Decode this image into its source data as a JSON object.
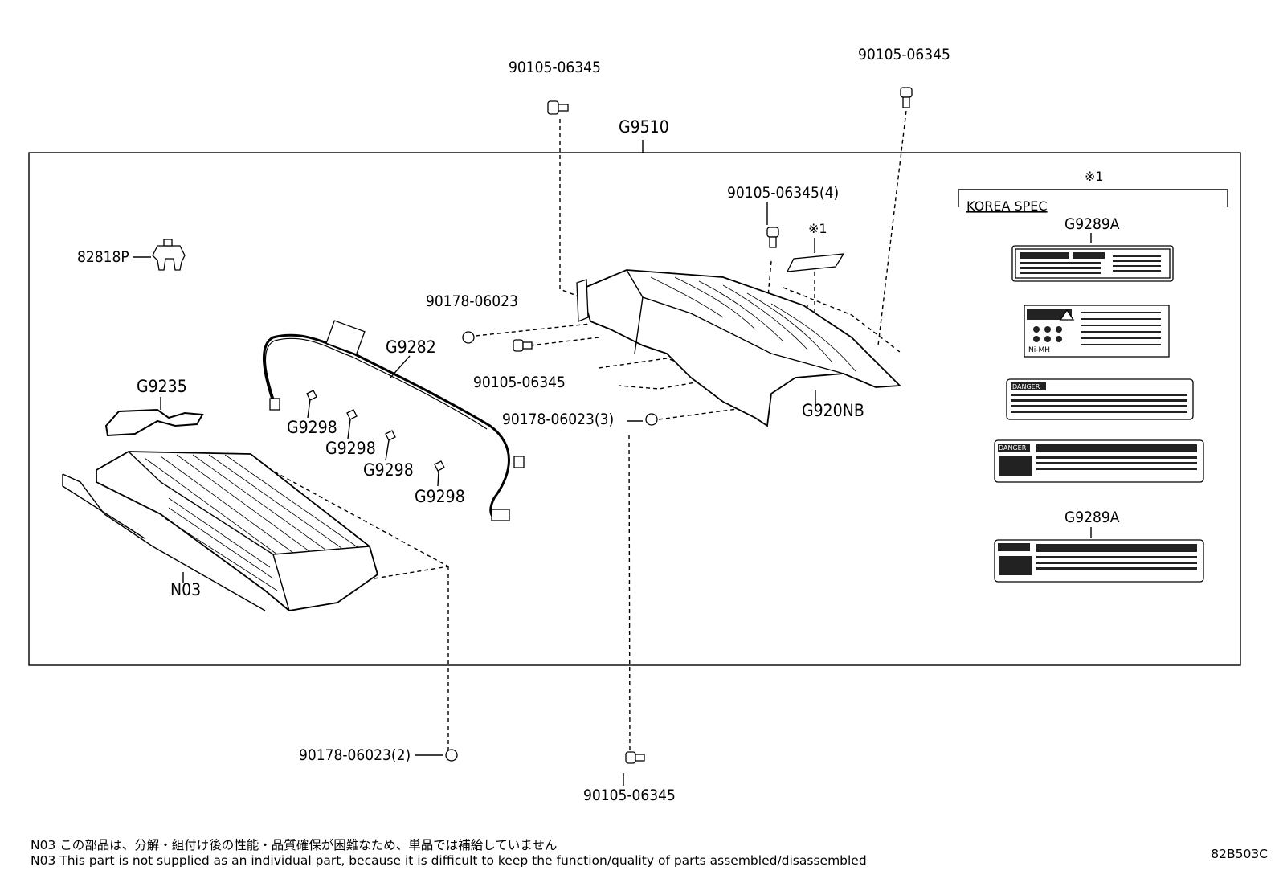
{
  "diagram": {
    "labels": {
      "bolt_top_left": "90105-06345",
      "bolt_top_right": "90105-06345",
      "assembly": "G9510",
      "bolt_x4": "90105-06345(4)",
      "ref_mark": "※1",
      "ref_mark_spec": "※1",
      "korea_spec": "KOREA SPEC",
      "label_a": "G9289A",
      "label_b": "G9289A",
      "bracket": "82818P",
      "nut_1": "90178-06023",
      "harness": "G9282",
      "bolt_mid": "90105-06345",
      "cover": "G9235",
      "clip_1": "G9298",
      "clip_2": "G9298",
      "clip_3": "G9298",
      "clip_4": "G9298",
      "nut_x3": "90178-06023(3)",
      "case": "G920NB",
      "battery": "N03",
      "nut_x2": "90178-06023(2)",
      "bolt_bottom": "90105-06345"
    },
    "warning_label_texts": {
      "danger_1": "DANGER",
      "danger_2": "DANGER",
      "nimh": "Ni-MH"
    }
  },
  "footer": {
    "note_ja": "N03 この部品は、分解・組付け後の性能・品質確保が困難なため、単品では補給していません",
    "note_en": "N03 This part is not supplied as an individual part, because it is difficult to keep the function/quality of parts assembled/disassembled",
    "code": "82B503C"
  }
}
